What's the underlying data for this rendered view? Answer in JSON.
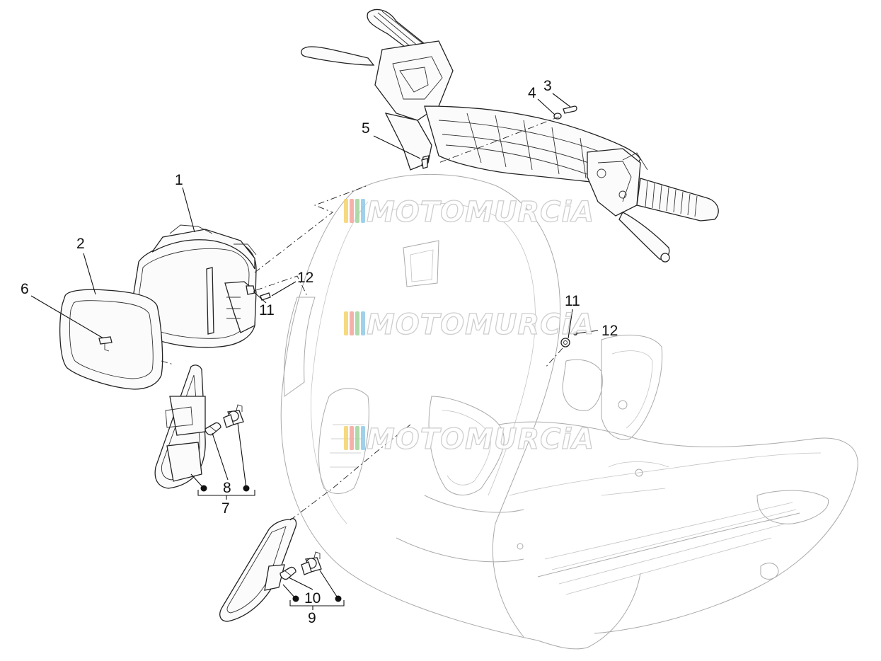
{
  "callouts": {
    "c1": "1",
    "c2": "2",
    "c3": "3",
    "c4": "4",
    "c5": "5",
    "c6": "6",
    "c7": "7",
    "c8": "8",
    "c9": "9",
    "c10": "10",
    "c11_left": "11",
    "c11_right": "11",
    "c12_left": "12",
    "c12_right": "12"
  },
  "watermark": {
    "text": "MOTOMURCiA",
    "stripe_colors": [
      "#f4d36b",
      "#f2a39b",
      "#9fd39a",
      "#8fc9e8"
    ]
  },
  "colors": {
    "ink": "#111111",
    "ghost": "#aaaaaa"
  }
}
